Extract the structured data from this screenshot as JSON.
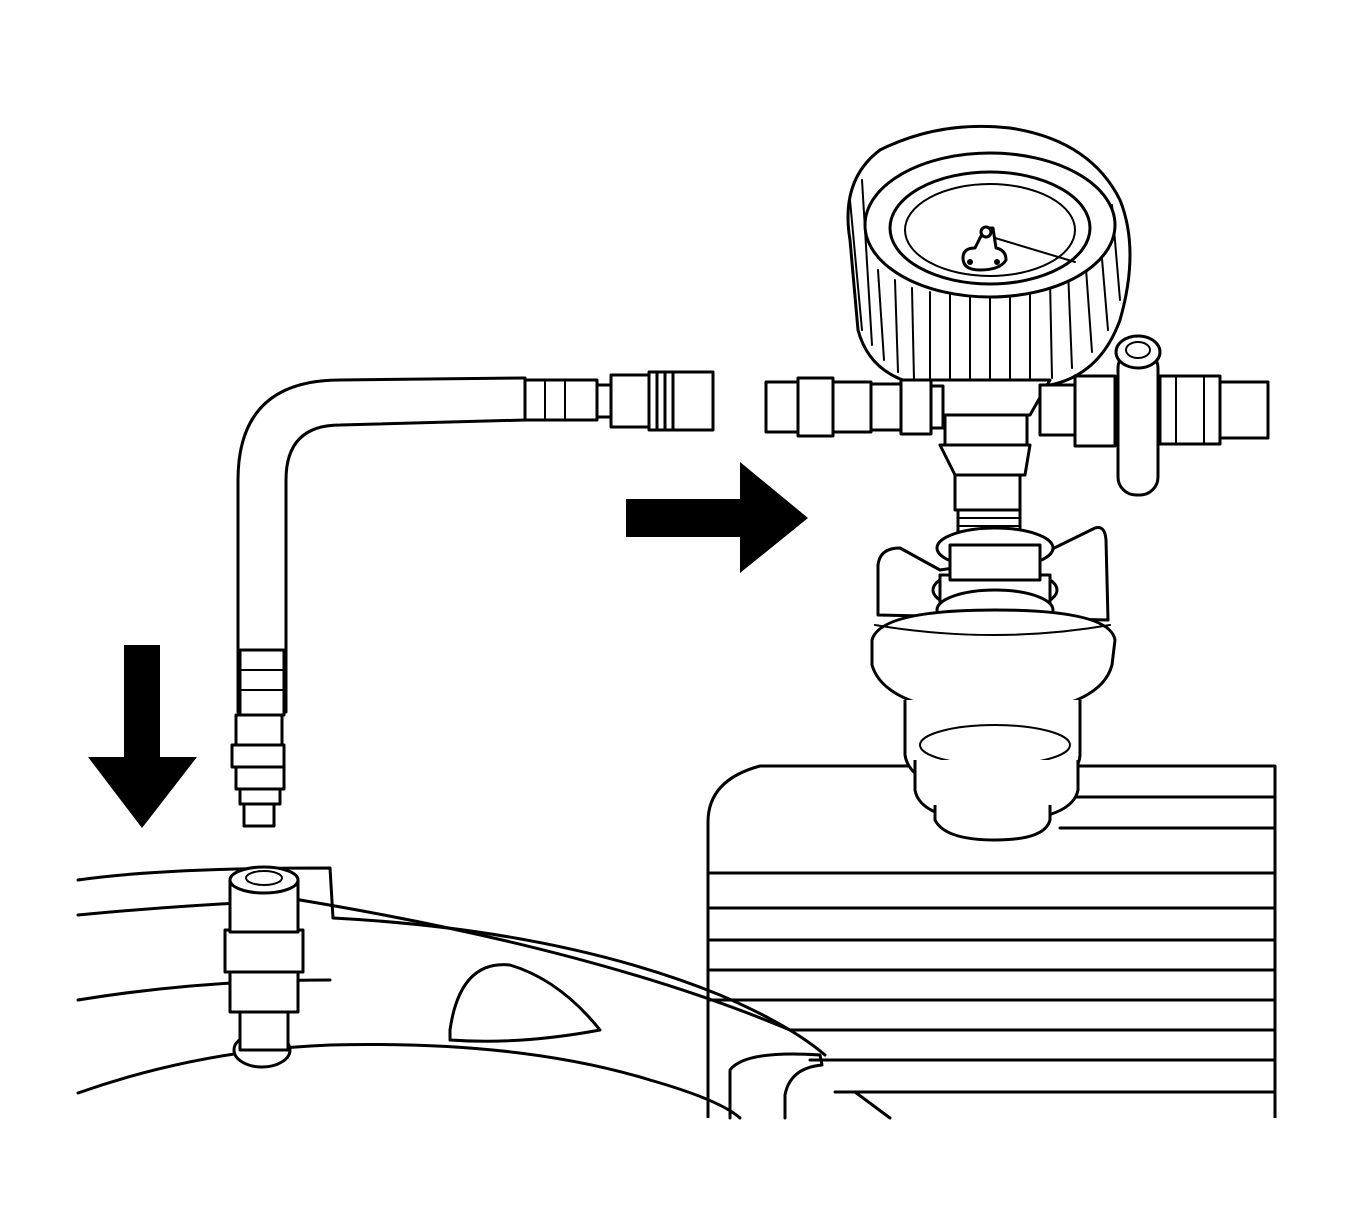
{
  "figure": {
    "kind": "service-procedure-illustration",
    "line_color": "#000000",
    "background_color": "#ffffff",
    "arrows": [
      {
        "id": "arrow-down",
        "direction": "down"
      },
      {
        "id": "arrow-right",
        "direction": "right"
      }
    ],
    "parts": [
      "coolant-surge-tank",
      "radiator-cap-adapter",
      "pressure-tester-gauge",
      "shutoff-valve",
      "adapter-hose",
      "quick-connect-fitting",
      "bleed-valve-fitting"
    ]
  }
}
